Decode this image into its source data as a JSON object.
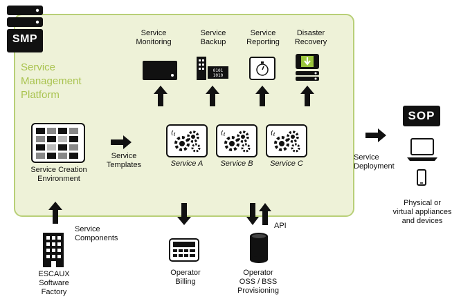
{
  "platform": {
    "title_line1": "Service",
    "title_line2": "Management",
    "title_line3": "Platform",
    "color": "#eef2d8",
    "border_color": "#b8cf77"
  },
  "smp_logo": {
    "text": "SMP"
  },
  "sop_logo": {
    "text": "SOP"
  },
  "top_services": [
    {
      "line1": "Service",
      "line2": "Monitoring",
      "icon": "monitor-icon"
    },
    {
      "line1": "Service",
      "line2": "Backup",
      "icon": "backup-icon"
    },
    {
      "line1": "Service",
      "line2": "Reporting",
      "icon": "stopwatch-icon"
    },
    {
      "line1": "Disaster",
      "line2": "Recovery",
      "icon": "recovery-icon"
    }
  ],
  "services": [
    {
      "label": "Service A",
      "icon": "gears-icon"
    },
    {
      "label": "Service B",
      "icon": "gears-icon"
    },
    {
      "label": "Service C",
      "icon": "gears-icon"
    }
  ],
  "creation_env": {
    "line1": "Service Creation",
    "line2": "Environment"
  },
  "templates": {
    "line1": "Service",
    "line2": "Templates"
  },
  "components": {
    "line1": "Service",
    "line2": "Components"
  },
  "factory": {
    "line1": "ESCAUX",
    "line2": "Software",
    "line3": "Factory"
  },
  "billing": {
    "line1": "Operator",
    "line2": "Billing"
  },
  "provisioning": {
    "line1": "Operator",
    "line2": "OSS / BSS",
    "line3": "Provisioning"
  },
  "api": {
    "text": "API"
  },
  "deployment": {
    "line1": "Service",
    "line2": "Deployment"
  },
  "devices": {
    "line1": "Physical or",
    "line2": "virtual appliances",
    "line3": "and devices"
  }
}
